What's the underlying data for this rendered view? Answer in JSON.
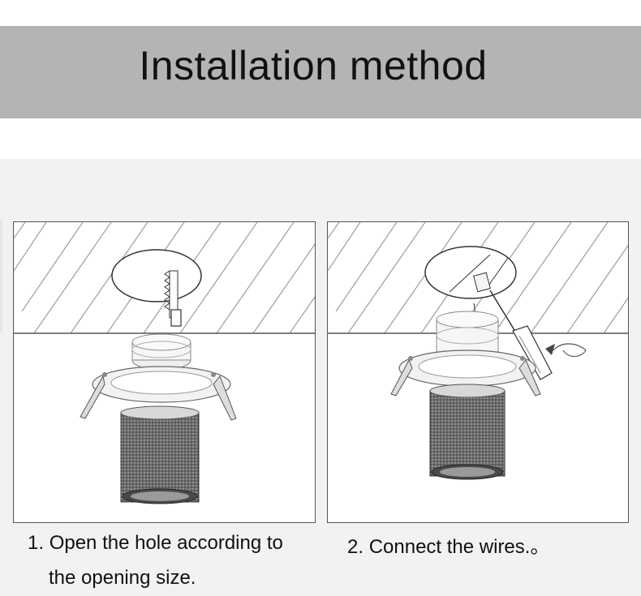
{
  "header": {
    "title": "Installation method"
  },
  "steps": [
    {
      "number": "1.",
      "text_line1": "Open the hole according to",
      "text_line2": "the opening size.",
      "illustration": "saw-cutting-ceiling-hole"
    },
    {
      "number": "2.",
      "text_line1": "Connect the wires.。",
      "illustration": "screwdriver-connecting-wires"
    }
  ],
  "colors": {
    "header_band": "#b4b4b4",
    "content_background": "#f2f2f2",
    "panel_border": "#555555",
    "hatch": "#8a8a8a"
  }
}
